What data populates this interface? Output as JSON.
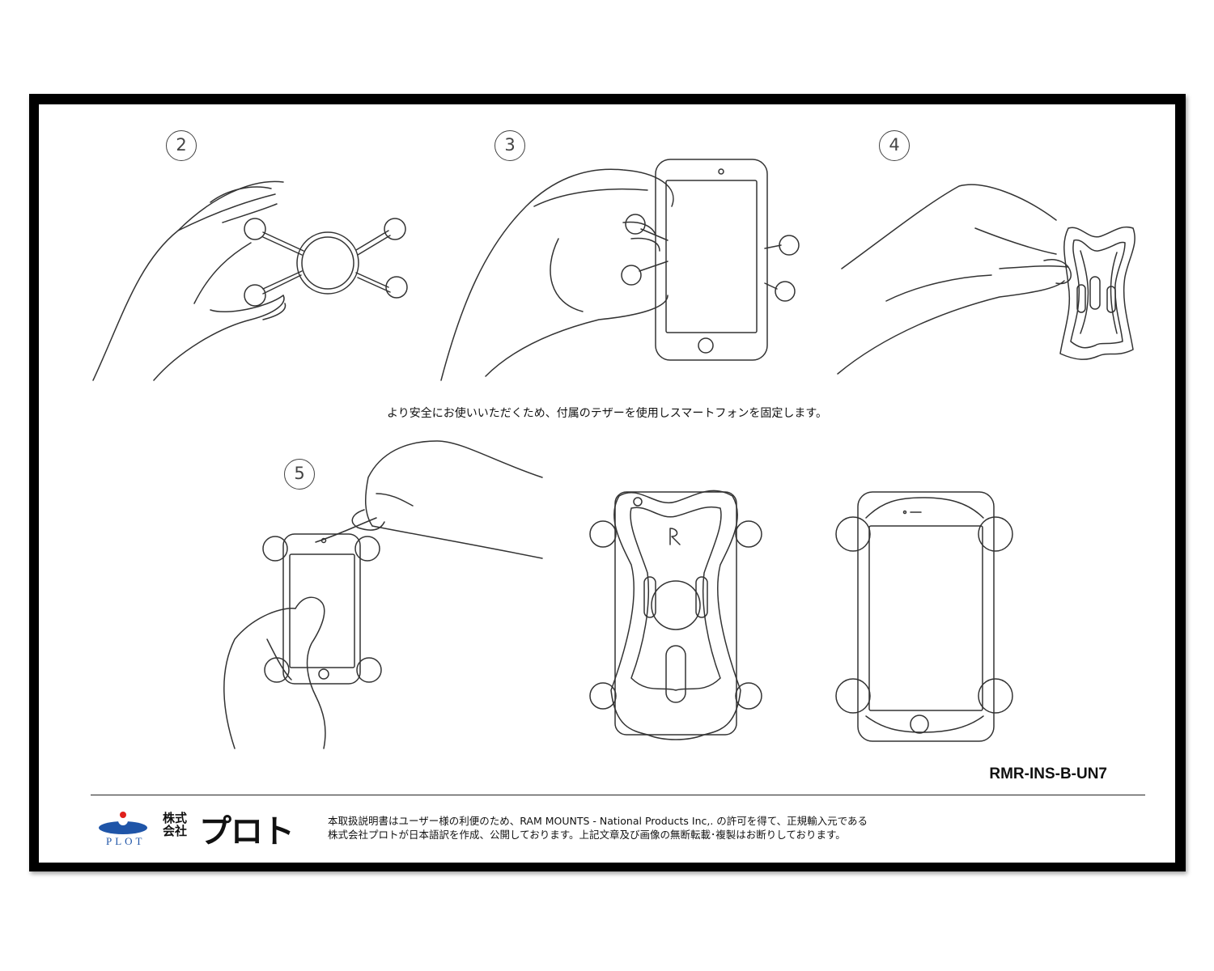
{
  "steps": [
    {
      "number": "2"
    },
    {
      "number": "3"
    },
    {
      "number": "4"
    },
    {
      "number": "5"
    }
  ],
  "instruction": "より安全にお使いいただくため、付属のテザーを使用しスマートフォンを固定します。",
  "model_number": "RMR-INS-B-UN7",
  "footer": {
    "logo_small_line1": "株式",
    "logo_small_line2": "会社",
    "logo_big": "プロト",
    "logo_plot": "PLOT",
    "disclaimer_line1": "本取扱説明書はユーザー様の利便のため、RAM MOUNTS - National Products Inc,. の許可を得て、正規輸入元である",
    "disclaimer_line2": "株式会社プロトが日本語訳を作成、公開しております。上記文章及び画像の無断転載･複製はお断りしております。"
  },
  "colors": {
    "frame": "#000000",
    "logo_blue": "#1f55a8",
    "logo_red": "#e0201b"
  }
}
